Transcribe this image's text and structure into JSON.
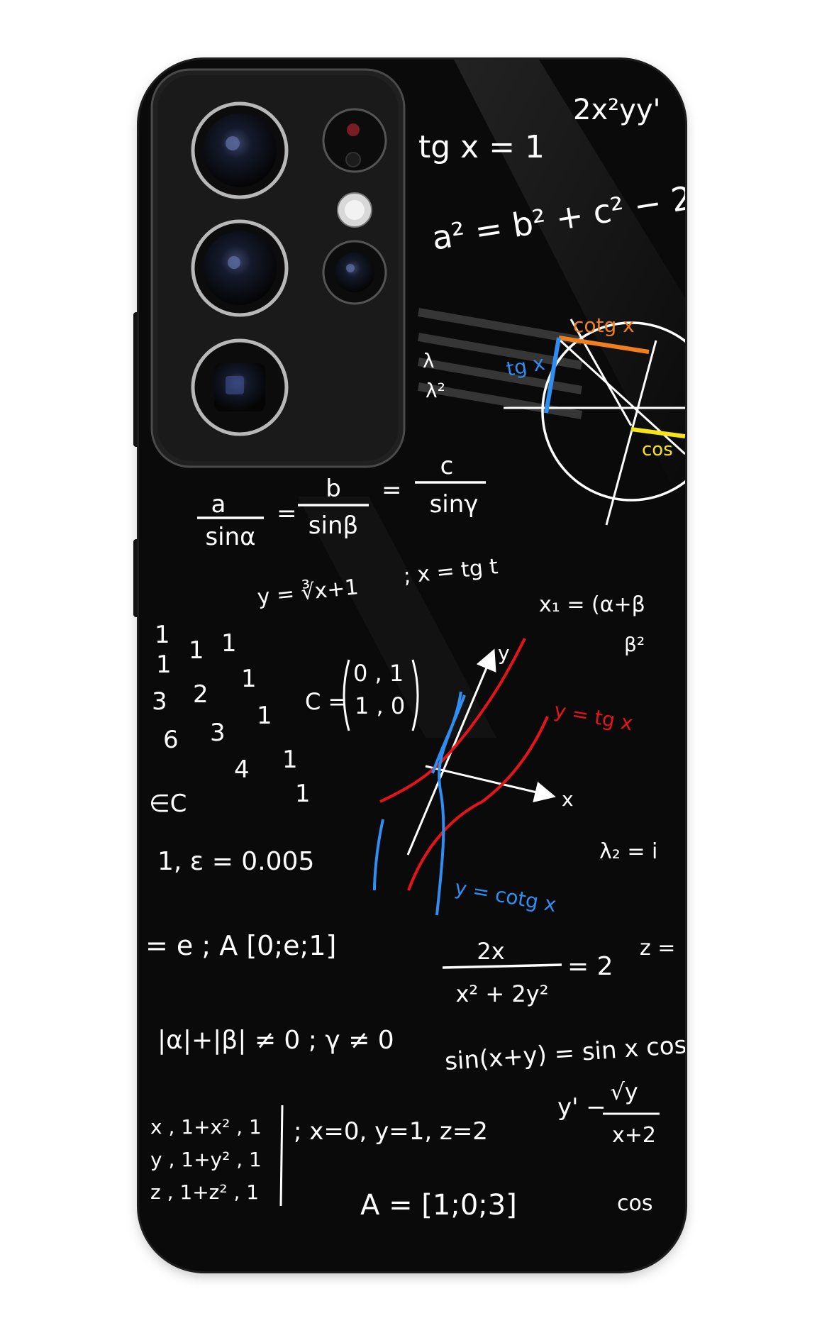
{
  "product": {
    "name": ""
  },
  "colors": {
    "case": "#0a0a0a",
    "chalk_white": "#ffffff",
    "chalk_red": "#e4141b",
    "chalk_blue": "#2f8ef0",
    "chalk_orange": "#f0801e",
    "chalk_yellow": "#f4e418"
  },
  "formulas": {
    "tgx_eq": "tg x = 1",
    "poly": "2x²yy'",
    "cosine_law": "a² = b² + c² − 2",
    "lambda1": "λ",
    "lambda2": "λ²",
    "sine_law_a": "a",
    "sine_law_sina": "sinα",
    "sine_law_b": "b",
    "sine_law_sinb": "sinβ",
    "sine_law_c": "c",
    "sine_law_sing": "sinγ",
    "cube_root": "y = ∛x+1",
    "x_tgt": "; x = tg t",
    "x1_frac": "x₁ = (α+β",
    "beta2": "β²",
    "matrix_c": "C =",
    "matrix_row1": "0 , 1",
    "matrix_row2": "1 , 0",
    "ec": "∈C",
    "epsilon": "1, ε = 0.005",
    "lambda_z": "λ₂ = i",
    "interval": "= e ; A [0;e;1]",
    "frac_num": "2x",
    "frac_den": "x² + 2y²",
    "frac_eq": "= 2",
    "z_eq": "z =",
    "abs_cond": "|α|+|β| ≠ 0 ; γ ≠ 0",
    "sin_sum": "sin(x+y) = sin x cos",
    "sys_row1": "x , 1+x² , 1",
    "sys_row2": "y , 1+y² , 1",
    "sys_row3": "z , 1+z² , 1",
    "sys_values": "; x=0, y=1, z=2",
    "deriv_lhs": "y' −",
    "deriv_num": "√y",
    "deriv_den": "x+2",
    "vec_a": "A = [1;0;3]",
    "cos_frag": "cos"
  },
  "digits": {
    "list": [
      "1",
      "1",
      "1",
      "3",
      "2",
      "1",
      "6",
      "3",
      "1",
      "4",
      "1",
      "1",
      "1"
    ]
  },
  "unit_circle": {
    "cotg_label": "cotg x",
    "tg_label": "tg x",
    "cos_label": "cos"
  },
  "graph": {
    "y_axis_label": "y",
    "x_axis_label": "x",
    "tg_label": "y = tg x",
    "cotg_label": "y = cotg x"
  }
}
